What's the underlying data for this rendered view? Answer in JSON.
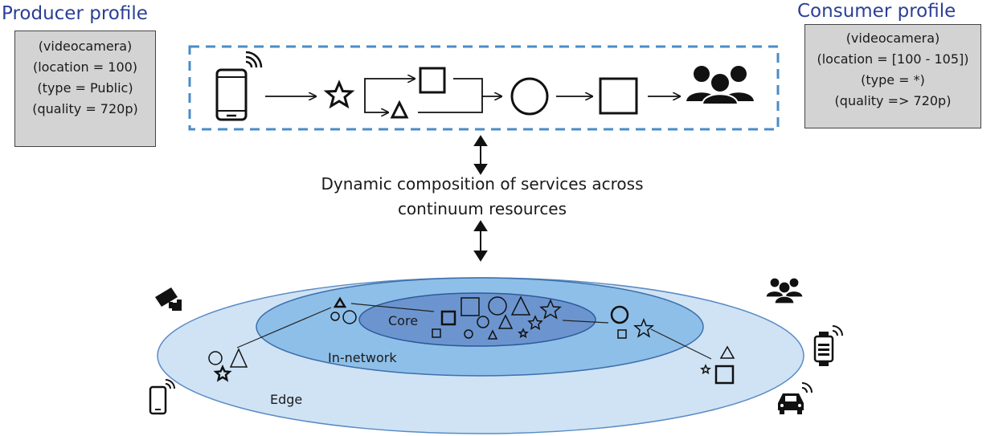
{
  "producer": {
    "title": "Producer profile",
    "lines": [
      "(videocamera)",
      "(location = 100)",
      "(type = Public)",
      "(quality = 720p)"
    ]
  },
  "consumer": {
    "title": "Consumer profile",
    "lines": [
      "(videocamera)",
      "(location = [100 - 105])",
      "(type = *)",
      "(quality => 720p)"
    ]
  },
  "caption": {
    "line1": "Dynamic composition of services across",
    "line2": "continuum resources"
  },
  "layers": {
    "core": "Core",
    "innetwork": "In-network",
    "edge": "Edge"
  },
  "colors": {
    "title_blue": "#2b3f96",
    "dashed_border": "#4a8cc8",
    "edge_fill": "#cfe3f5",
    "innetwork_fill": "#8ebfe8",
    "core_fill": "#6c95cf"
  }
}
